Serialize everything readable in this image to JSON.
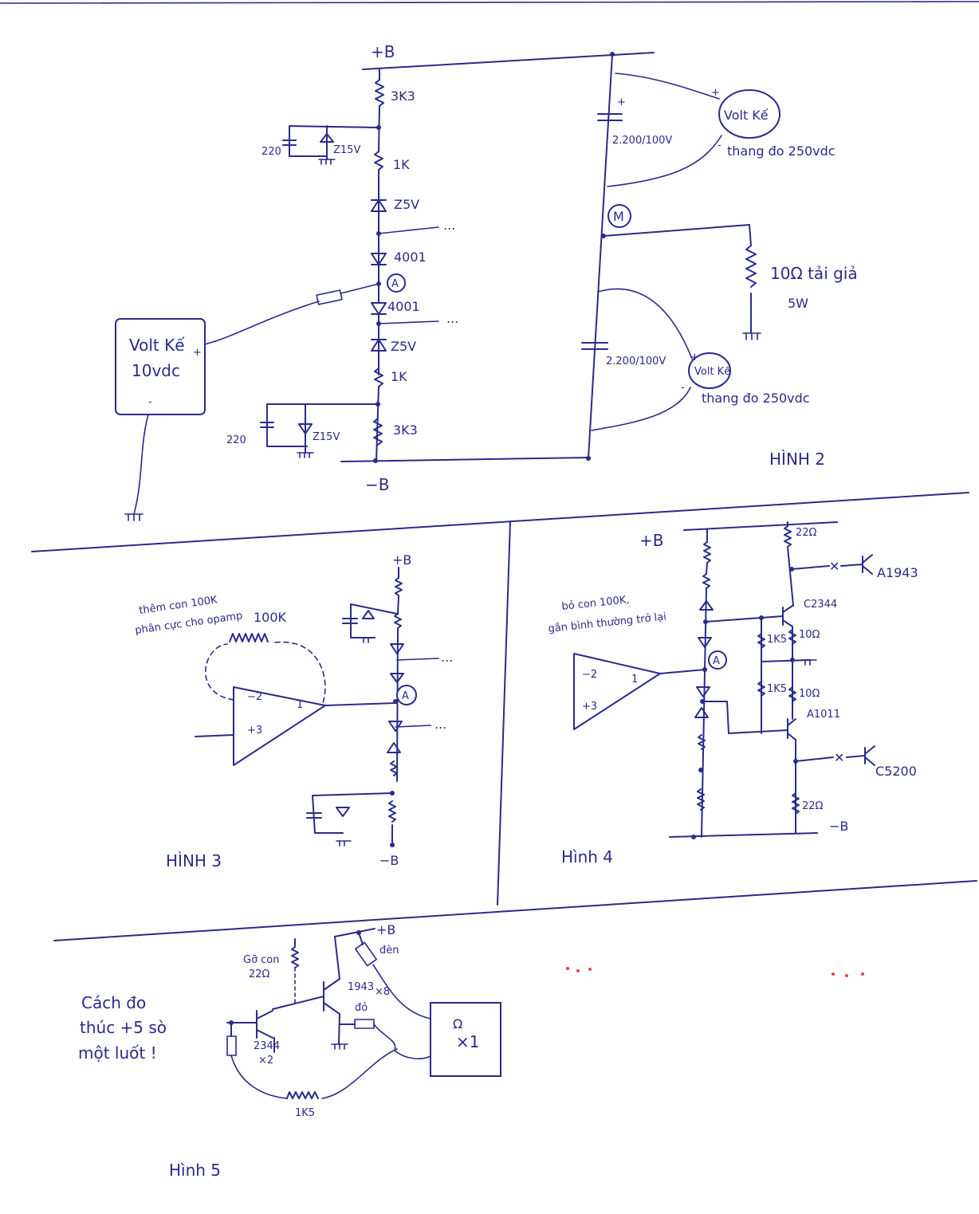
{
  "fig2": {
    "rail_top": "+B",
    "rail_bottom": "−B",
    "r_top": "3K3",
    "c_top": "220",
    "z_top": "Z15V",
    "r_1k_top": "1K",
    "zener_top": "Z5V",
    "d_top": "4001",
    "ammeter": "A",
    "d_bottom": "4001",
    "zener_bottom": "Z5V",
    "r_1k_bottom": "1K",
    "c_bottom": "220",
    "z_bottom": "Z15V",
    "r_bottom": "3K3",
    "meter_left_line1": "Volt Kế",
    "meter_left_line2": "10vdc",
    "cap_top": "2.200/100V",
    "meter_right_top": "Volt Kế",
    "meter_right_top_note": "thang đo 250vdc",
    "motor": "M",
    "load": "10Ω tải giả",
    "load_power": "5W",
    "cap_bottom": "2.200/100V",
    "meter_right_bottom": "Volt Kế",
    "meter_right_bottom_note": "thang đo 250vdc",
    "dots": "...",
    "title": "HÌNH 2"
  },
  "fig3": {
    "rail_top": "+B",
    "rail_bottom": "−B",
    "note_line1": "thêm con 100K",
    "note_line2": "phân cực cho opamp",
    "r_feedback": "100K",
    "pin_inv": "−2",
    "pin_noninv": "+3",
    "pin_out": "1",
    "ammeter": "A",
    "dots": "...",
    "title": "HÌNH 3"
  },
  "fig4": {
    "rail_top": "+B",
    "rail_bottom": "−B",
    "note_line1": "bỏ con 100K,",
    "note_line2": "gắn bình thường trở lại",
    "pin_inv": "−2",
    "pin_noninv": "+3",
    "pin_out": "1",
    "ammeter": "A",
    "r_top": "22Ω",
    "q_top": "A1943",
    "q_driver_top": "C2344",
    "r_1k5_top": "1K5",
    "r_10_top": "10Ω",
    "r_1k5_bottom": "1K5",
    "r_10_bottom": "10Ω",
    "q_driver_bottom": "A1011",
    "q_bottom": "C5200",
    "r_bottom": "22Ω",
    "title": "Hình 4"
  },
  "fig5": {
    "rail": "+B",
    "note_remove_line1": "Gỡ con",
    "note_remove_line2": "22Ω",
    "lamp": "đèn",
    "q_power": "1943",
    "q_power_count": "×8",
    "q_driver": "2344",
    "q_driver_count": "×2",
    "resistor": "đỏ",
    "r_bias": "1K5",
    "ohm_meter": "Ω",
    "ohm_range": "×1",
    "caption_line1": "Cách đo",
    "caption_line2": "thúc +5 sò",
    "caption_line3": "một luốt !",
    "title": "Hình 5"
  }
}
